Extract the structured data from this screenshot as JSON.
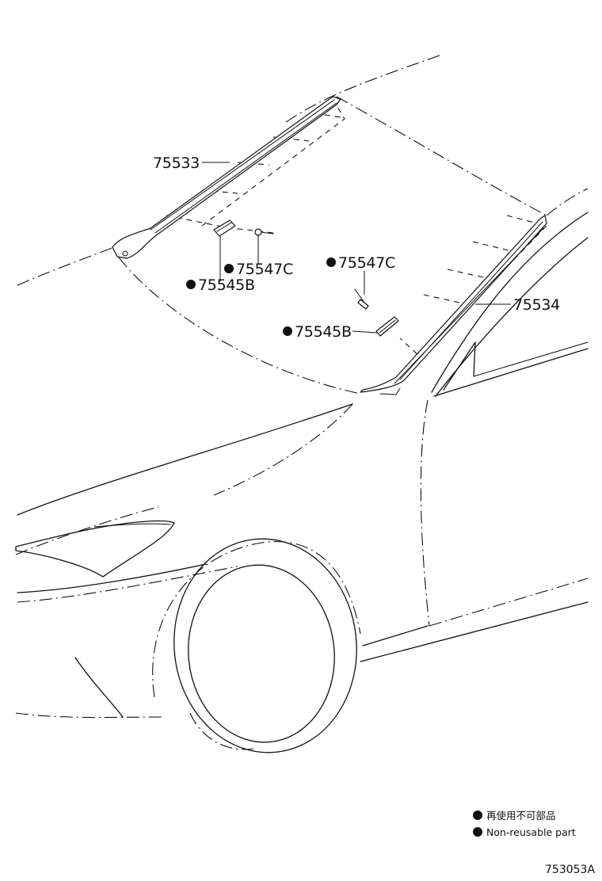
{
  "callouts": {
    "molding_roof_left": "75533",
    "molding_pillar_right": "75534",
    "clip_left": "75547C",
    "retainer_left": "75545B",
    "clip_right": "75547C",
    "retainer_right": "75545B"
  },
  "legend": {
    "japanese": "再使用不可部品",
    "english": "Non-reusable part"
  },
  "figure_code": "753053A",
  "colors": {
    "line": "#111111",
    "background": "#ffffff"
  }
}
